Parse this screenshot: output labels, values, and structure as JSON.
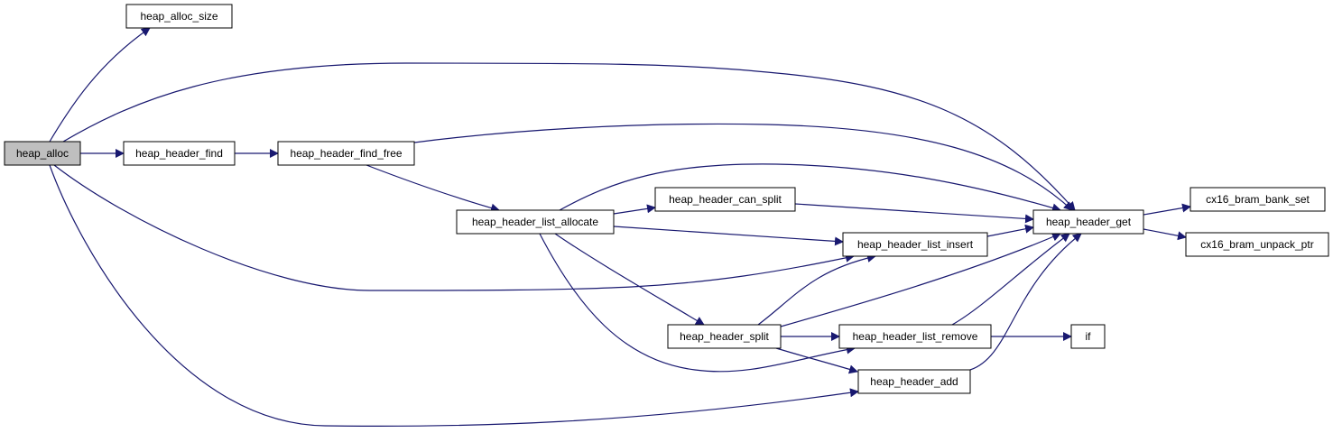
{
  "colors": {
    "edge": "#191970",
    "node_fill": "#ffffff",
    "root_fill": "#bfbfbf",
    "node_stroke": "#000000"
  },
  "nodes": [
    {
      "id": "heap_alloc",
      "label": "heap_alloc",
      "root": true
    },
    {
      "id": "heap_alloc_size",
      "label": "heap_alloc_size"
    },
    {
      "id": "heap_header_find",
      "label": "heap_header_find"
    },
    {
      "id": "heap_header_find_free",
      "label": "heap_header_find_free"
    },
    {
      "id": "heap_header_list_allocate",
      "label": "heap_header_list_allocate"
    },
    {
      "id": "heap_header_can_split",
      "label": "heap_header_can_split"
    },
    {
      "id": "heap_header_list_insert",
      "label": "heap_header_list_insert"
    },
    {
      "id": "heap_header_split",
      "label": "heap_header_split"
    },
    {
      "id": "heap_header_list_remove",
      "label": "heap_header_list_remove"
    },
    {
      "id": "heap_header_add",
      "label": "heap_header_add"
    },
    {
      "id": "heap_header_get",
      "label": "heap_header_get"
    },
    {
      "id": "if",
      "label": "if"
    },
    {
      "id": "cx16_bram_bank_set",
      "label": "cx16_bram_bank_set"
    },
    {
      "id": "cx16_bram_unpack_ptr",
      "label": "cx16_bram_unpack_ptr"
    }
  ],
  "edges": [
    {
      "from": "heap_alloc",
      "to": "heap_alloc_size"
    },
    {
      "from": "heap_alloc",
      "to": "heap_header_get"
    },
    {
      "from": "heap_alloc",
      "to": "heap_header_find"
    },
    {
      "from": "heap_alloc",
      "to": "heap_header_list_insert"
    },
    {
      "from": "heap_alloc",
      "to": "heap_header_add"
    },
    {
      "from": "heap_header_find",
      "to": "heap_header_find_free"
    },
    {
      "from": "heap_header_find_free",
      "to": "heap_header_get"
    },
    {
      "from": "heap_header_find_free",
      "to": "heap_header_list_allocate"
    },
    {
      "from": "heap_header_list_allocate",
      "to": "heap_header_get"
    },
    {
      "from": "heap_header_list_allocate",
      "to": "heap_header_can_split"
    },
    {
      "from": "heap_header_list_allocate",
      "to": "heap_header_list_insert"
    },
    {
      "from": "heap_header_list_allocate",
      "to": "heap_header_split"
    },
    {
      "from": "heap_header_list_allocate",
      "to": "heap_header_list_remove"
    },
    {
      "from": "heap_header_can_split",
      "to": "heap_header_get"
    },
    {
      "from": "heap_header_list_insert",
      "to": "heap_header_get"
    },
    {
      "from": "heap_header_split",
      "to": "heap_header_list_insert"
    },
    {
      "from": "heap_header_split",
      "to": "heap_header_get"
    },
    {
      "from": "heap_header_split",
      "to": "heap_header_list_remove"
    },
    {
      "from": "heap_header_split",
      "to": "heap_header_add"
    },
    {
      "from": "heap_header_list_remove",
      "to": "heap_header_get"
    },
    {
      "from": "heap_header_list_remove",
      "to": "if"
    },
    {
      "from": "heap_header_add",
      "to": "heap_header_get"
    },
    {
      "from": "heap_header_get",
      "to": "cx16_bram_bank_set"
    },
    {
      "from": "heap_header_get",
      "to": "cx16_bram_unpack_ptr"
    }
  ]
}
